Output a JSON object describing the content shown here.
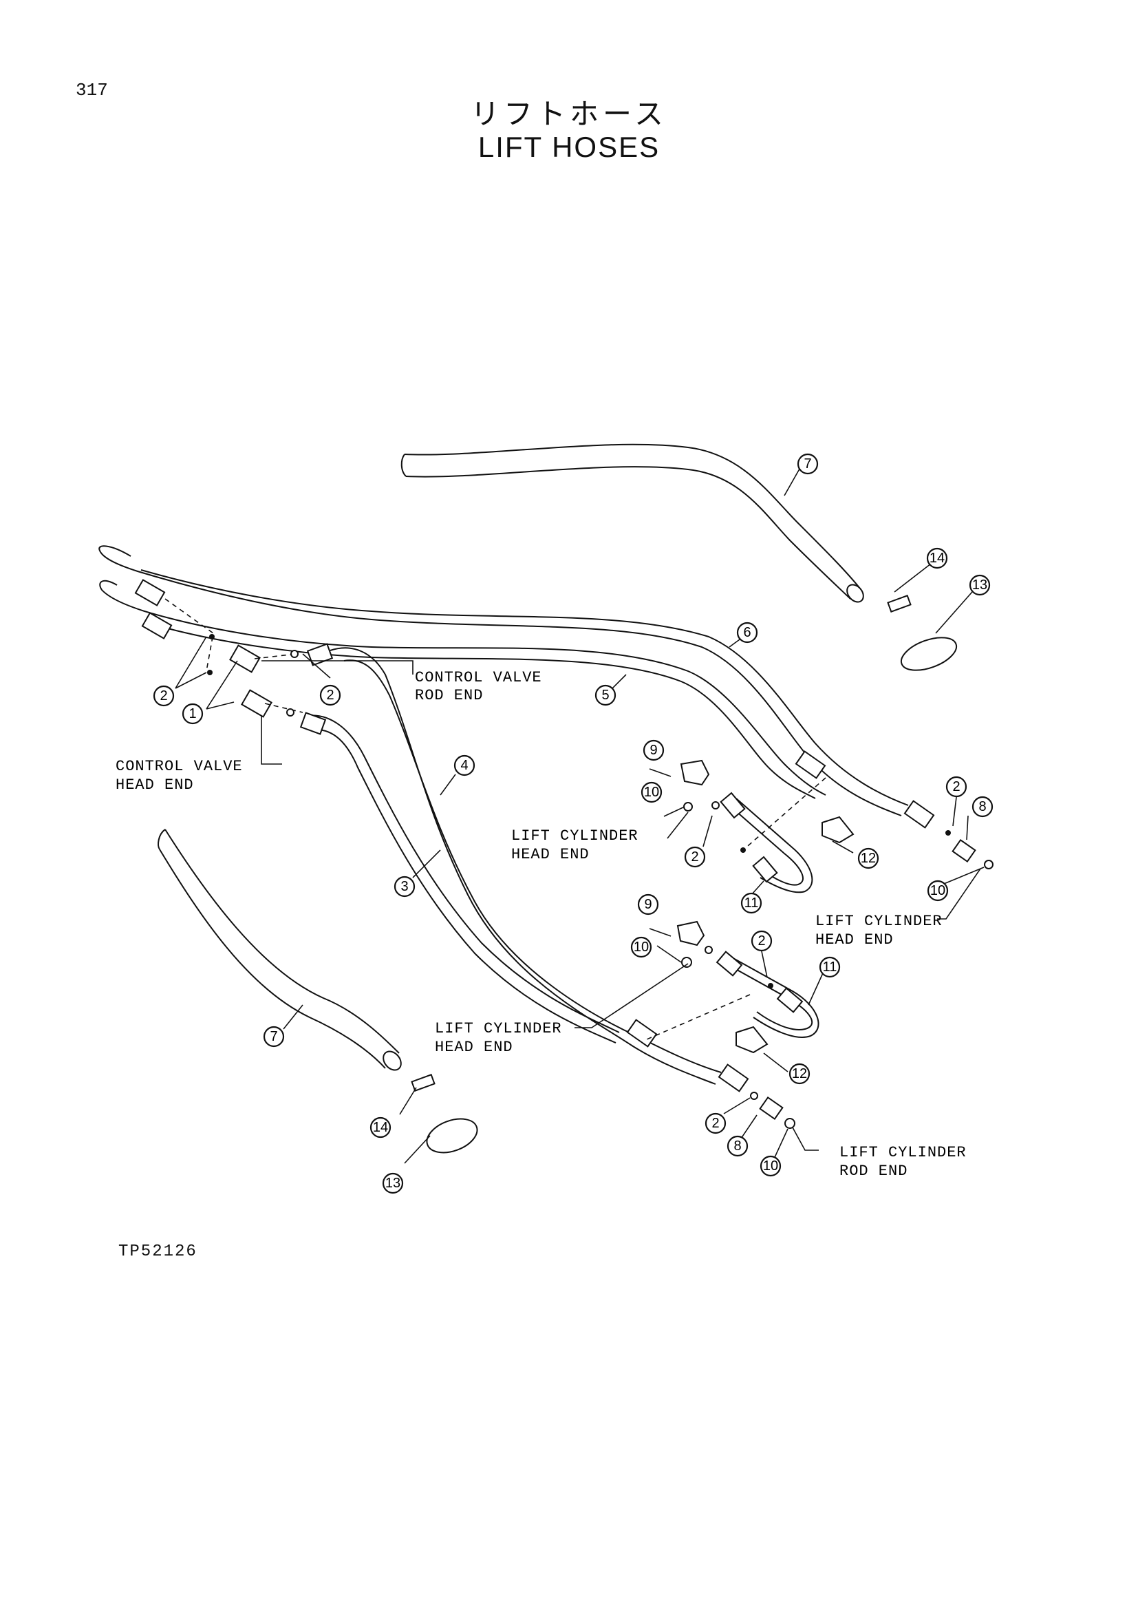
{
  "page_number": "317",
  "title_jp": "リフトホース",
  "title_en": "LIFT HOSES",
  "drawing_id": "TP52126",
  "labels": {
    "control_valve_rod_end": [
      "CONTROL VALVE",
      "ROD END"
    ],
    "control_valve_head_end": [
      "CONTROL VALVE",
      "HEAD END"
    ],
    "lift_cylinder_head_end_1": [
      "LIFT CYLINDER",
      "HEAD END"
    ],
    "lift_cylinder_head_end_2": [
      "LIFT CYLINDER",
      "HEAD END"
    ],
    "lift_cylinder_head_end_3": [
      "LIFT CYLINDER",
      "HEAD END"
    ],
    "lift_cylinder_rod_end": [
      "LIFT CYLINDER",
      "ROD END"
    ]
  },
  "callouts": [
    "1",
    "2",
    "2",
    "2",
    "2",
    "2",
    "2",
    "3",
    "4",
    "5",
    "6",
    "7",
    "7",
    "8",
    "8",
    "9",
    "9",
    "10",
    "10",
    "10",
    "10",
    "11",
    "11",
    "12",
    "12",
    "13",
    "13",
    "14",
    "14"
  ]
}
